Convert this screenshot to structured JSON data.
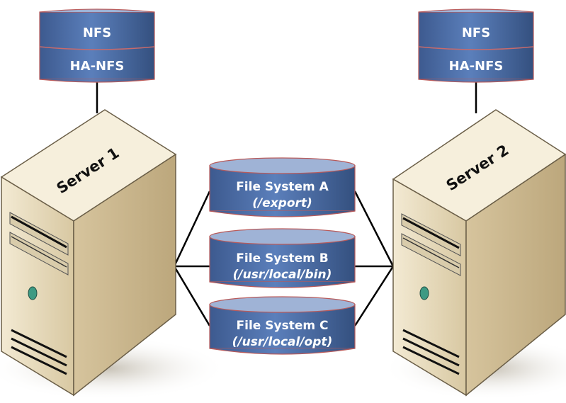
{
  "servers": [
    {
      "label": "Server 1",
      "stack": {
        "top": "NFS",
        "bottom": "HA-NFS"
      }
    },
    {
      "label": "Server 2",
      "stack": {
        "top": "NFS",
        "bottom": "HA-NFS"
      }
    }
  ],
  "file_systems": [
    {
      "name": "File System A",
      "path": "(/export)"
    },
    {
      "name": "File System B",
      "path": "(/usr/local/bin)"
    },
    {
      "name": "File System C",
      "path": "(/usr/local/opt)"
    }
  ],
  "colors": {
    "cylinder_body": "#4d6ea8",
    "cylinder_top": "#9fb3d6",
    "server_front": "#e8dcc0",
    "server_side": "#cbb791",
    "server_top": "#f6efdc",
    "indicator": "#3e9a83"
  }
}
